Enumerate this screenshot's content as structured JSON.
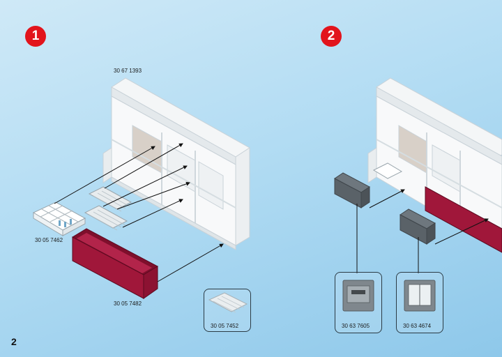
{
  "steps": {
    "step1": {
      "number": "1"
    },
    "step2": {
      "number": "2"
    }
  },
  "parts": {
    "wall_unit": "30 67 1393",
    "dish_rack": "30 05 7462",
    "drawer_bin": "30 05 7482",
    "shelf_tray": "30 05 7452",
    "oven_panel": "30 63 7605",
    "window_panel": "30 63 4674"
  },
  "page_number": "2",
  "colors": {
    "badge": "#e2141c",
    "cabinet": "#ffffff",
    "bin": "#a0173a",
    "panel_gray": "#6e777e"
  }
}
